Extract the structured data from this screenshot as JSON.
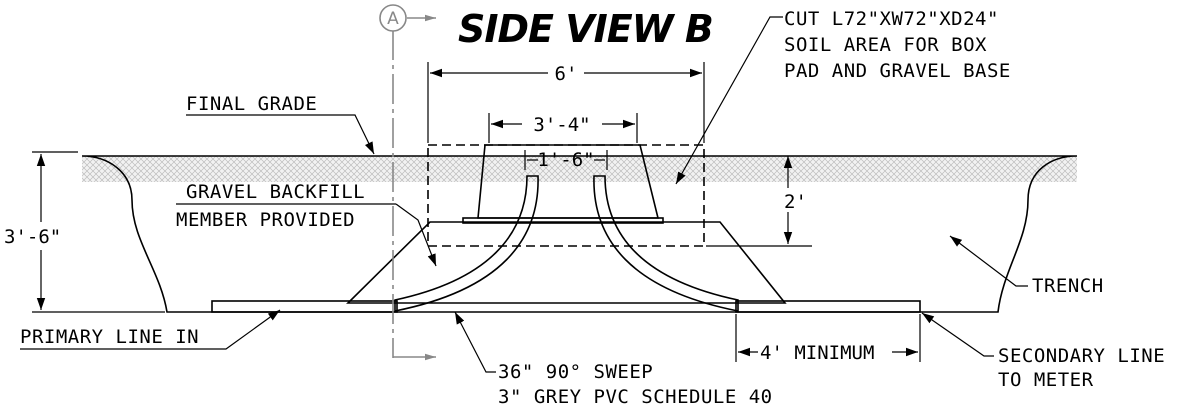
{
  "title": "SIDE VIEW B",
  "section_marker": "A",
  "labels": {
    "final_grade": "FINAL GRADE",
    "gravel_backfill": "GRAVEL BACKFILL",
    "member_provided": "MEMBER PROVIDED",
    "cut_line1": "CUT L72\"XW72\"XD24\"",
    "cut_line2": "SOIL AREA FOR BOX",
    "cut_line3": "PAD AND GRAVEL BASE",
    "trench": "TRENCH",
    "primary_line": "PRIMARY LINE IN",
    "sweep_line1": "36\" 90° SWEEP",
    "sweep_line2": "3\" GREY PVC SCHEDULE 40",
    "secondary_line1": "SECONDARY LINE",
    "secondary_line2": "TO METER"
  },
  "dimensions": {
    "overall_width": "6'",
    "box_width": "3'-4\"",
    "sweep_spacing": "1'-6\"",
    "depth": "2'",
    "trench_depth": "3'-6\"",
    "minimum": "4' MINIMUM"
  }
}
